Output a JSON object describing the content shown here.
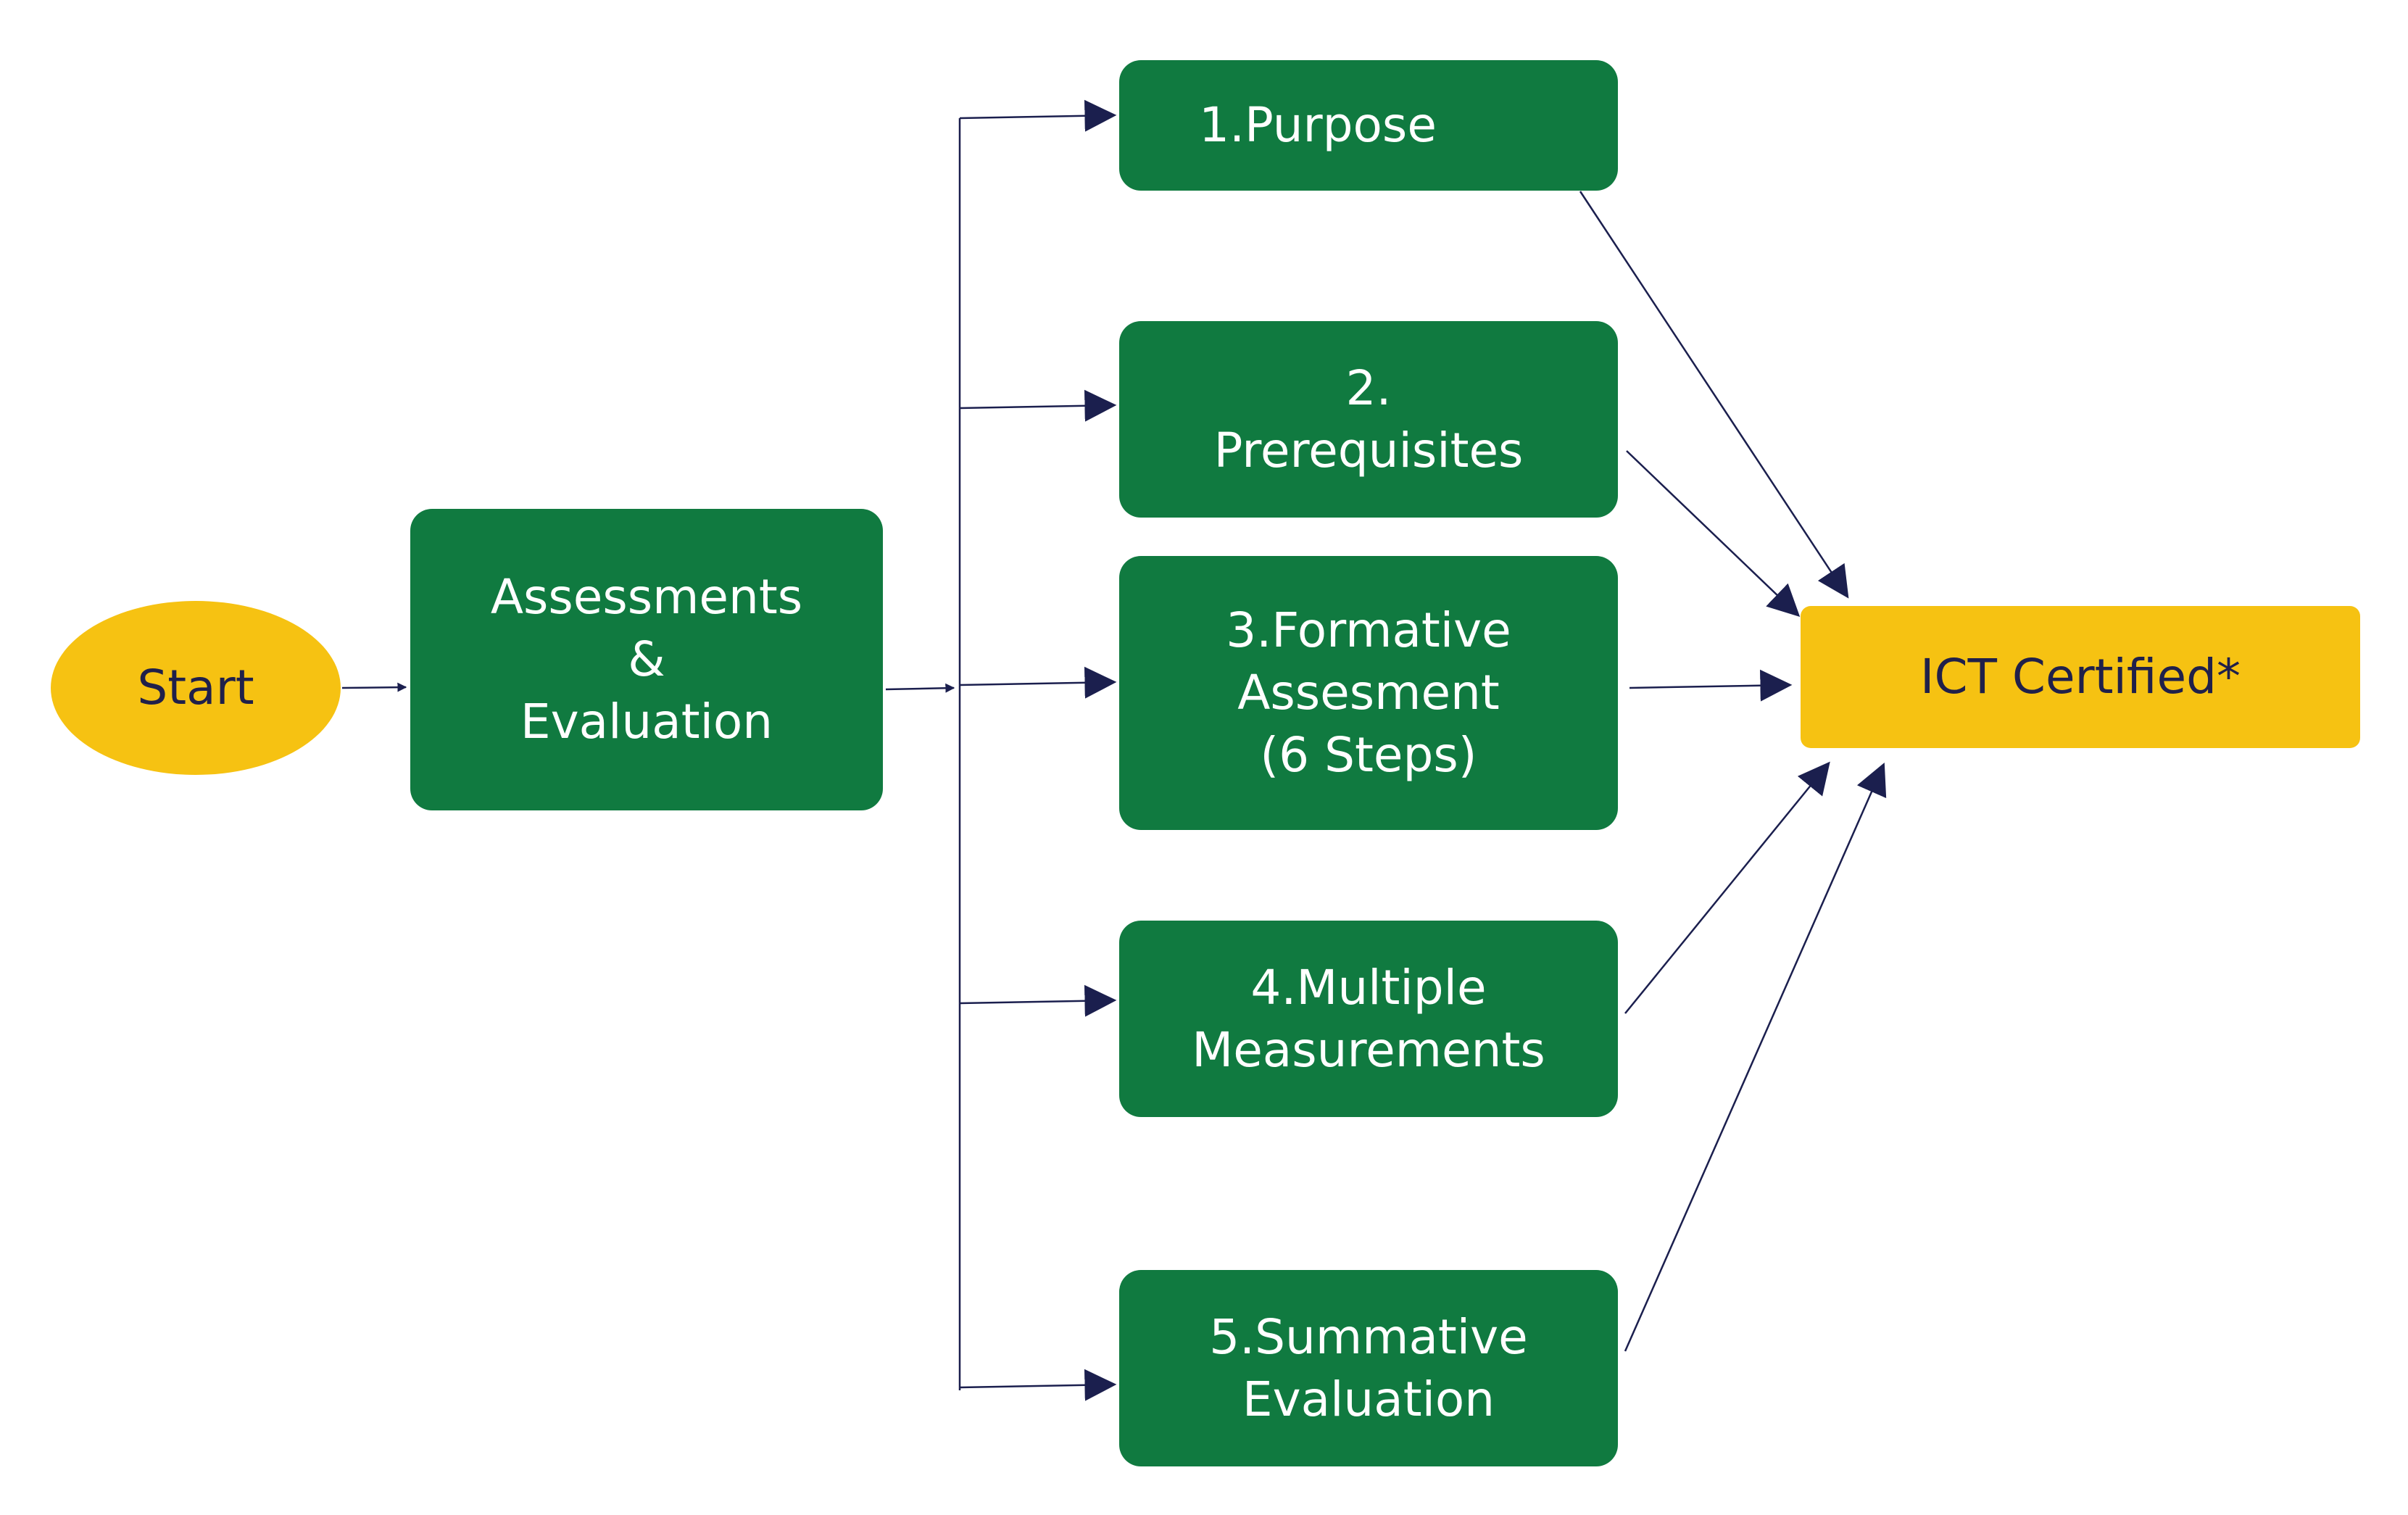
{
  "colors": {
    "green": "#107a40",
    "yellow": "#f6c212",
    "navy": "#20204a",
    "white": "#ffffff"
  },
  "nodes": {
    "start": {
      "label": "Start"
    },
    "assessment": {
      "lines": [
        "Assessments",
        "&",
        "Evaluation"
      ]
    },
    "purpose": {
      "label": "1.Purpose"
    },
    "prerequisites": {
      "lines": [
        "2.",
        "Prerequisites"
      ]
    },
    "formative": {
      "lines": [
        "3.Formative",
        "Assesment",
        "(6 Steps)"
      ]
    },
    "multiple": {
      "lines": [
        "4.Multiple",
        "Measurements"
      ]
    },
    "summative": {
      "lines": [
        "5.Summative",
        "Evaluation"
      ]
    },
    "ict": {
      "label": "ICT Certified*"
    }
  },
  "edges": [
    {
      "from": "Start",
      "to": "Assessments & Evaluation"
    },
    {
      "from": "Assessments & Evaluation",
      "to": "1.Purpose"
    },
    {
      "from": "Assessments & Evaluation",
      "to": "2. Prerequisites"
    },
    {
      "from": "Assessments & Evaluation",
      "to": "3.Formative Assesment (6 Steps)"
    },
    {
      "from": "Assessments & Evaluation",
      "to": "4.Multiple Measurements"
    },
    {
      "from": "Assessments & Evaluation",
      "to": "5.Summative Evaluation"
    },
    {
      "from": "1.Purpose",
      "to": "ICT Certified*"
    },
    {
      "from": "2. Prerequisites",
      "to": "ICT Certified*"
    },
    {
      "from": "3.Formative Assesment (6 Steps)",
      "to": "ICT Certified*"
    },
    {
      "from": "4.Multiple Measurements",
      "to": "ICT Certified*"
    },
    {
      "from": "5.Summative Evaluation",
      "to": "ICT Certified*"
    }
  ]
}
